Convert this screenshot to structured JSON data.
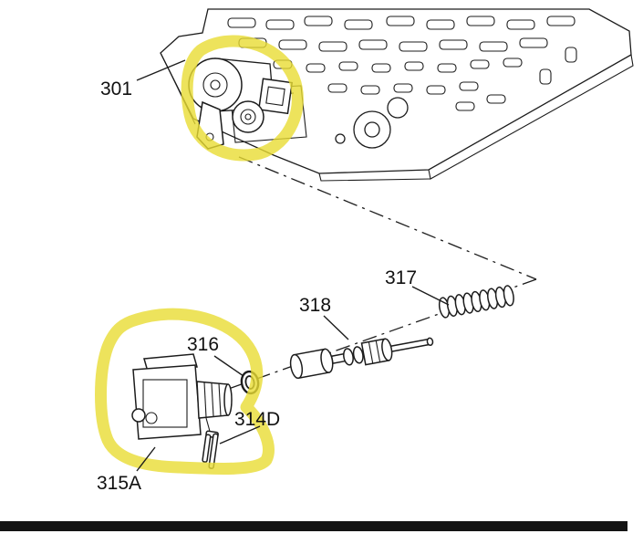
{
  "figure": {
    "type": "exploded-parts-diagram",
    "callout_labels": {
      "solenoid_installed": "301",
      "spring": "317",
      "valve_shaft": "318",
      "o_ring": "316",
      "retainer_clip": "314D",
      "solenoid": "315A"
    },
    "colors": {
      "highlight": "#e9dc33",
      "line": "#1c1c1c",
      "bottom_bar": "#141414"
    }
  }
}
